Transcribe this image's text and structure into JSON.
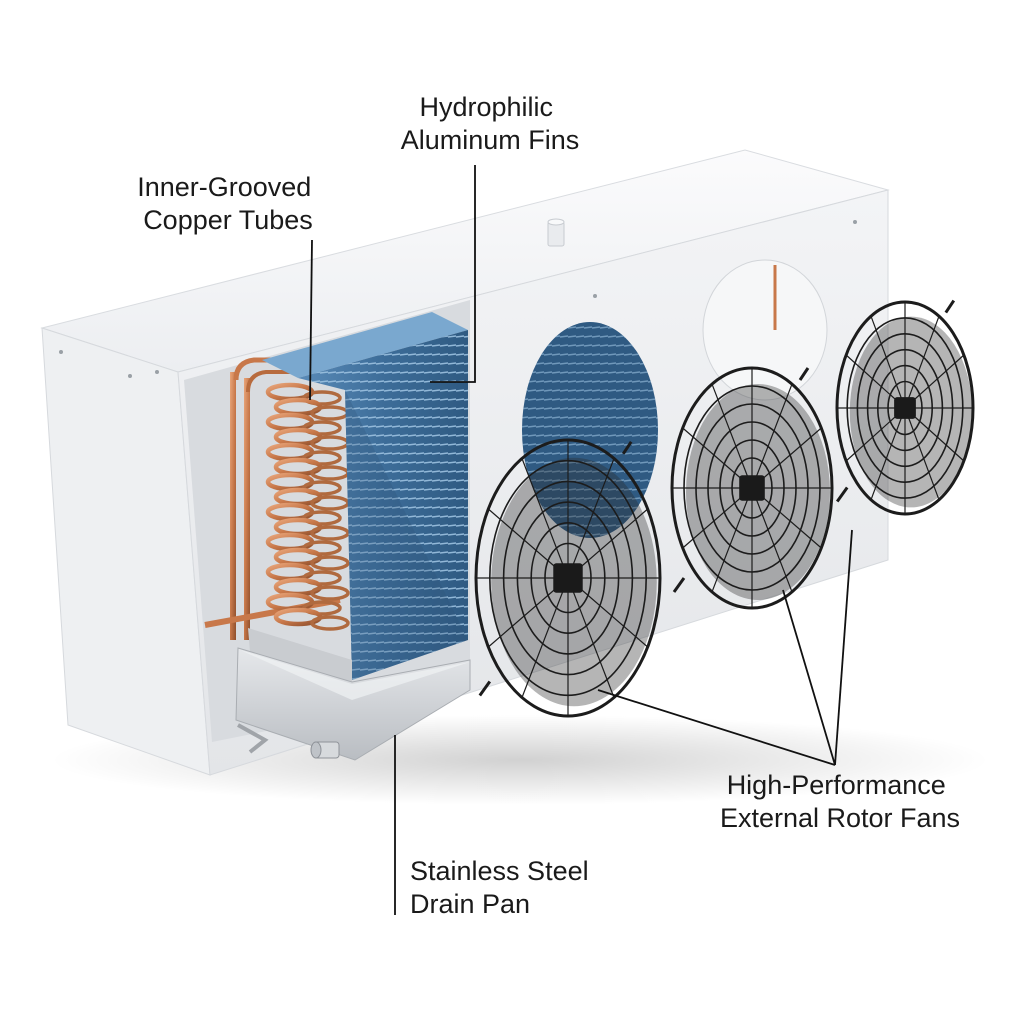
{
  "labels": {
    "fins": [
      "Hydrophilic",
      "Aluminum Fins"
    ],
    "tubes": [
      "Inner-Grooved",
      "Copper Tubes"
    ],
    "fans": [
      "High-Performance",
      "External Rotor Fans"
    ],
    "drain_pan": [
      "Stainless Steel",
      "Drain Pan"
    ]
  },
  "colors": {
    "housing": "#f4f5f7",
    "copper": "#c8784a",
    "fins": "#3f6f9a",
    "fan_black": "#1c1c1c",
    "steel": "#c9ccd0"
  }
}
